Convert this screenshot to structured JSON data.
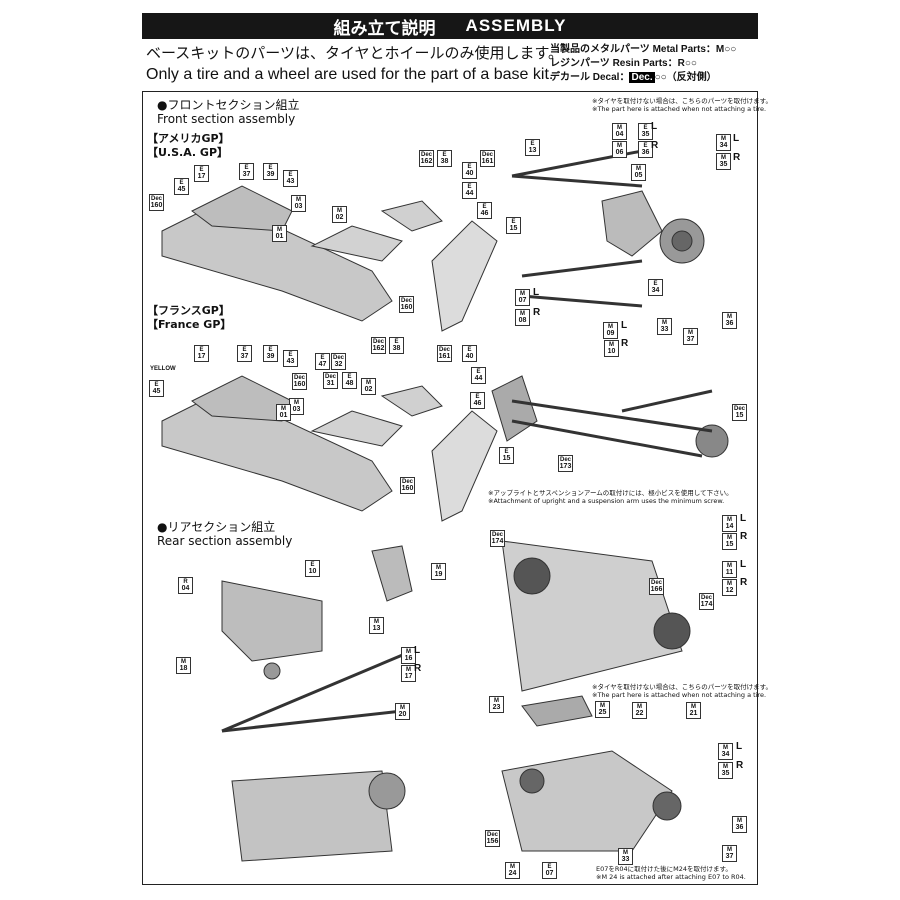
{
  "header": {
    "title_jp": "組み立て説明",
    "title_en": "ASSEMBLY"
  },
  "intro": {
    "line_jp": "ベースキットのパーツは、タイヤとホイールのみ使用します。",
    "line_en": "Only a tire and a wheel are used for the part of a base kit."
  },
  "parts_legend": {
    "metal": "当製品のメタルパーツ Metal Parts：M○○",
    "resin": "レジンパーツ Resin Parts：R○○",
    "decal_prefix": "デカール Decal：",
    "decal_box": "Dec.",
    "decal_suffix": "○○（反対側）"
  },
  "sections": {
    "front_jp": "●フロントセクション組立",
    "front_en": "Front section assembly",
    "usa_jp": "【アメリカGP】",
    "usa_en": "【U.S.A. GP】",
    "france_jp": "【フランスGP】",
    "france_en": "【France GP】",
    "rear_jp": "●リアセクション組立",
    "rear_en": "Rear section assembly"
  },
  "notes": {
    "tire_jp_1": "※タイヤを取付けない場合は、こちらのパーツを取付けます。",
    "tire_en_1": "※The part here is attached when not attaching a tire.",
    "upright_jp": "※アップライトとサスペンションアームの取付けには、極小ビスを使用して下さい。",
    "upright_en": "※Attachment of upright and a suspension arm uses the minimum screw.",
    "tire_jp_2": "※タイヤを取付けない場合は、こちらのパーツを取付けます。",
    "tire_en_2": "※The part here is attached when not attaching a tire.",
    "m24_jp": "E07をR04に取付けた後にM24を取付けます。",
    "m24_en": "※M 24 is attached after attaching E07 to R04.",
    "yellow": "YELLOW"
  },
  "labels": [
    {
      "p": "E",
      "n": "13"
    },
    {
      "p": "M",
      "n": "04"
    },
    {
      "p": "M",
      "n": "06"
    },
    {
      "p": "E",
      "n": "35"
    },
    {
      "p": "E",
      "n": "36"
    },
    {
      "p": "M",
      "n": "34"
    },
    {
      "p": "M",
      "n": "35"
    },
    {
      "p": "Dec",
      "n": "162"
    },
    {
      "p": "E",
      "n": "38"
    },
    {
      "p": "Dec",
      "n": "161"
    },
    {
      "p": "E",
      "n": "40"
    },
    {
      "p": "E",
      "n": "44"
    },
    {
      "p": "E",
      "n": "46"
    },
    {
      "p": "E",
      "n": "15"
    },
    {
      "p": "E",
      "n": "37"
    },
    {
      "p": "E",
      "n": "39"
    },
    {
      "p": "E",
      "n": "17"
    },
    {
      "p": "E",
      "n": "43"
    },
    {
      "p": "E",
      "n": "45"
    },
    {
      "p": "M",
      "n": "03"
    },
    {
      "p": "M",
      "n": "02"
    },
    {
      "p": "Dec",
      "n": "160"
    },
    {
      "p": "M",
      "n": "01"
    },
    {
      "p": "Dec",
      "n": "160"
    },
    {
      "p": "M",
      "n": "07"
    },
    {
      "p": "M",
      "n": "08"
    },
    {
      "p": "M",
      "n": "09"
    },
    {
      "p": "M",
      "n": "10"
    },
    {
      "p": "M",
      "n": "33"
    },
    {
      "p": "M",
      "n": "37"
    },
    {
      "p": "M",
      "n": "36"
    },
    {
      "p": "E",
      "n": "34"
    },
    {
      "p": "M",
      "n": "05"
    },
    {
      "p": "E",
      "n": "17"
    },
    {
      "p": "E",
      "n": "37"
    },
    {
      "p": "E",
      "n": "39"
    },
    {
      "p": "E",
      "n": "43"
    },
    {
      "p": "E",
      "n": "45"
    },
    {
      "p": "Dec",
      "n": "160"
    },
    {
      "p": "M",
      "n": "03"
    },
    {
      "p": "M",
      "n": "01"
    },
    {
      "p": "Dec",
      "n": "162"
    },
    {
      "p": "E",
      "n": "38"
    },
    {
      "p": "Dec",
      "n": "161"
    },
    {
      "p": "E",
      "n": "40"
    },
    {
      "p": "E",
      "n": "47"
    },
    {
      "p": "Dec",
      "n": "32"
    },
    {
      "p": "Dec",
      "n": "31"
    },
    {
      "p": "E",
      "n": "48"
    },
    {
      "p": "M",
      "n": "02"
    },
    {
      "p": "E",
      "n": "44"
    },
    {
      "p": "E",
      "n": "46"
    },
    {
      "p": "E",
      "n": "15"
    },
    {
      "p": "Dec",
      "n": "160"
    },
    {
      "p": "Dec",
      "n": "173"
    },
    {
      "p": "Dec",
      "n": "15"
    },
    {
      "p": "M",
      "n": "14"
    },
    {
      "p": "M",
      "n": "15"
    },
    {
      "p": "M",
      "n": "11"
    },
    {
      "p": "M",
      "n": "12"
    },
    {
      "p": "Dec",
      "n": "174"
    },
    {
      "p": "Dec",
      "n": "166"
    },
    {
      "p": "Dec",
      "n": "174"
    },
    {
      "p": "E",
      "n": "10"
    },
    {
      "p": "R",
      "n": "04"
    },
    {
      "p": "M",
      "n": "19"
    },
    {
      "p": "M",
      "n": "13"
    },
    {
      "p": "M",
      "n": "16"
    },
    {
      "p": "M",
      "n": "17"
    },
    {
      "p": "M",
      "n": "18"
    },
    {
      "p": "M",
      "n": "20"
    },
    {
      "p": "M",
      "n": "23"
    },
    {
      "p": "M",
      "n": "25"
    },
    {
      "p": "M",
      "n": "22"
    },
    {
      "p": "M",
      "n": "21"
    },
    {
      "p": "M",
      "n": "34"
    },
    {
      "p": "M",
      "n": "35"
    },
    {
      "p": "M",
      "n": "36"
    },
    {
      "p": "Dec",
      "n": "156"
    },
    {
      "p": "M",
      "n": "33"
    },
    {
      "p": "M",
      "n": "37"
    },
    {
      "p": "M",
      "n": "24"
    },
    {
      "p": "E",
      "n": "07"
    }
  ],
  "lr": {
    "l": "L",
    "r": "R"
  }
}
